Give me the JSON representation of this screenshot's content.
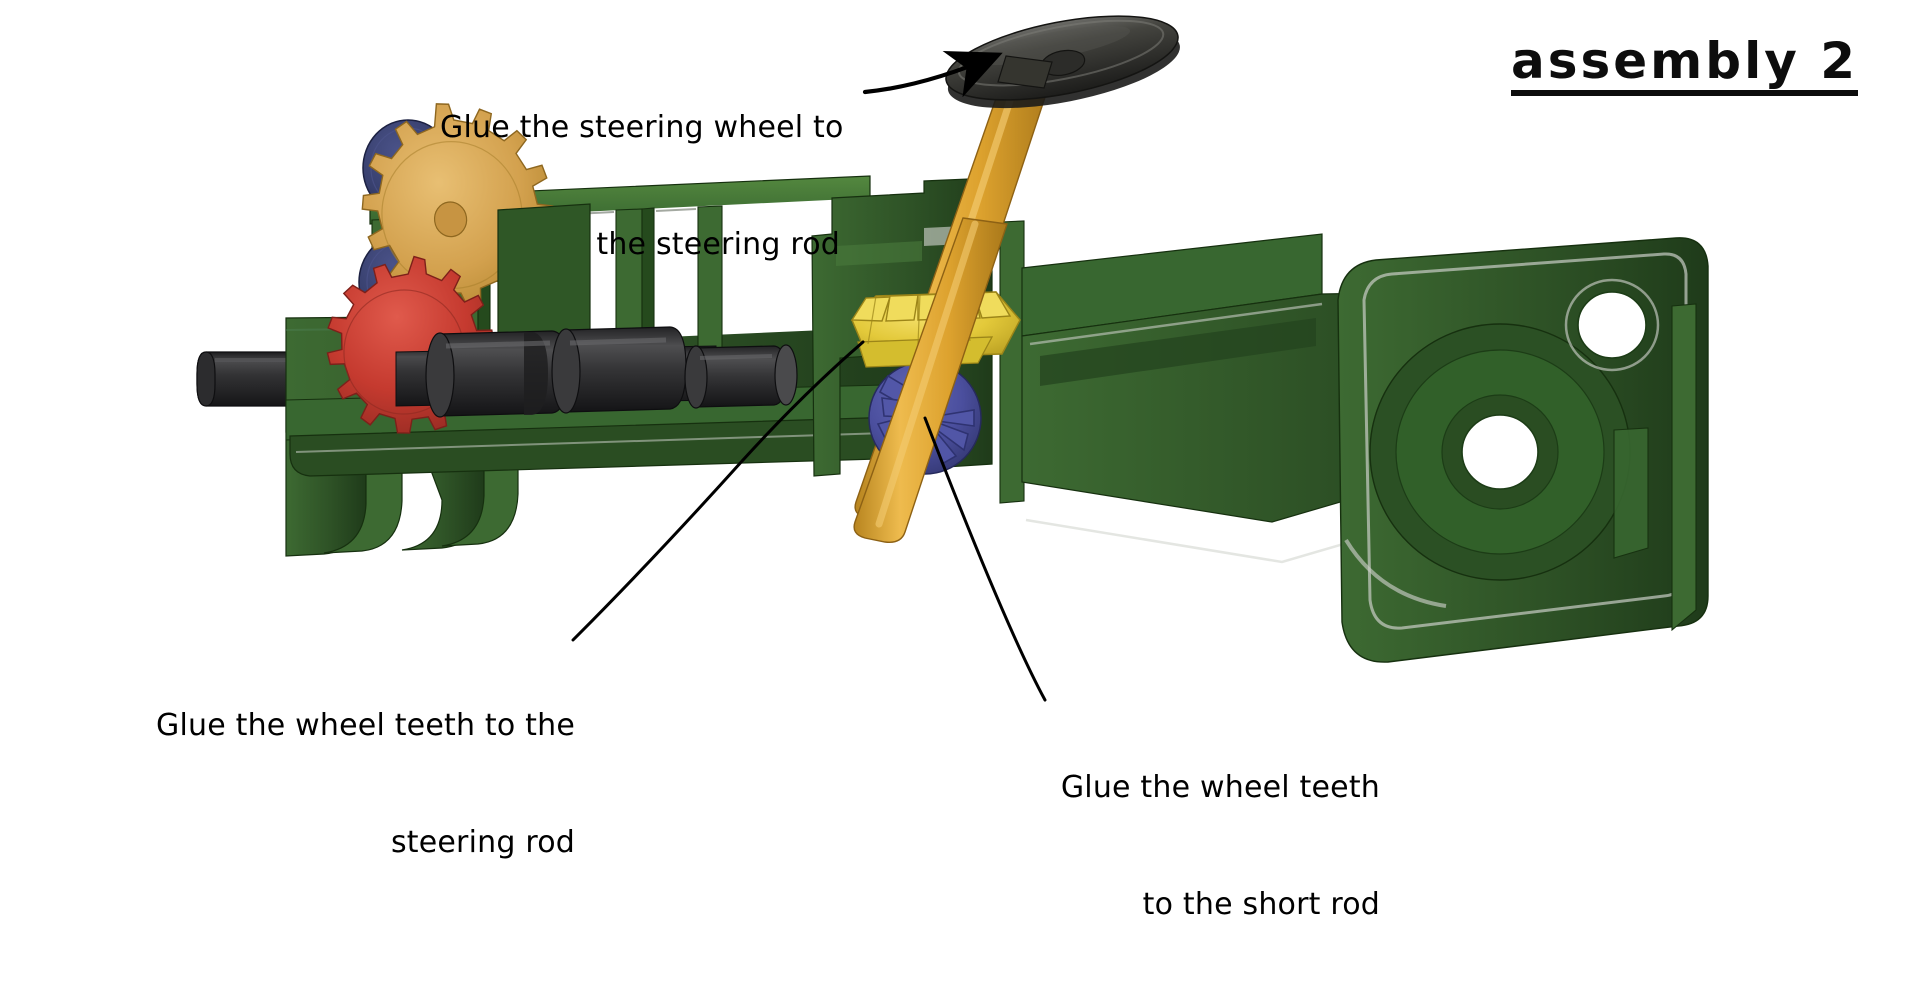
{
  "title": {
    "text": "assembly 2"
  },
  "annotations": [
    {
      "id": "glue-steering-wheel",
      "line1": "Glue the steering wheel to",
      "line2": "the steering rod",
      "target": "steering-wheel-hub"
    },
    {
      "id": "glue-wheel-teeth-steering-rod",
      "line1": "Glue the wheel teeth to the",
      "line2": "steering rod",
      "target": "yellow-bevel-gear"
    },
    {
      "id": "glue-wheel-teeth-short-rod",
      "line1": "Glue the wheel teeth",
      "line2": "to the short rod",
      "target": "blue-bevel-gear"
    }
  ],
  "colors": {
    "background": "#ffffff",
    "ink": "#000000",
    "chassis_green_dark": "#24441f",
    "chassis_green": "#2e5226",
    "chassis_green_lit": "#3d6a32",
    "chassis_green_bright": "#4a7a3c",
    "edge_gray": "#c9cdc6",
    "shaft_black": "#28282a",
    "shaft_black_lit": "#3c3c3e",
    "shaft_black_dark": "#1a1a1c",
    "rod_gold": "#e0a732",
    "rod_gold_lit": "#eebb4e",
    "rod_gold_dark": "#b8851f",
    "gear_tan": "#d9a855",
    "gear_tan_dark": "#b4862f",
    "gear_red": "#c0392f",
    "gear_red_dark": "#9a2a22",
    "gear_red_lit": "#da5245",
    "disc_navy": "#38406e",
    "disc_navy_dark": "#2a3158",
    "bevel_yellow": "#e8cf3e",
    "bevel_yellow_dark": "#c4ab24",
    "bevel_blue": "#4b4f9e",
    "bevel_blue_dark": "#363a7e",
    "wheel_gray": "#3a3a38",
    "wheel_gray_lit": "#5a5a57",
    "wheel_gray_dark": "#232322"
  },
  "parts": [
    {
      "name": "steering-wheel",
      "label": "steering wheel"
    },
    {
      "name": "steering-rod",
      "label": "steering rod"
    },
    {
      "name": "yellow-bevel-gear",
      "label": "wheel teeth (upper bevel gear)"
    },
    {
      "name": "blue-bevel-gear",
      "label": "wheel teeth (lower bevel gear)"
    },
    {
      "name": "short-rod",
      "label": "short rod"
    },
    {
      "name": "chassis",
      "label": "green chassis frame"
    },
    {
      "name": "axle-shaft",
      "label": "black axle shaft"
    },
    {
      "name": "red-gear",
      "label": "red spur gear"
    },
    {
      "name": "tan-gear",
      "label": "tan spur gear"
    },
    {
      "name": "navy-discs",
      "label": "navy discs"
    },
    {
      "name": "rear-mount",
      "label": "rear wheel mount"
    }
  ]
}
